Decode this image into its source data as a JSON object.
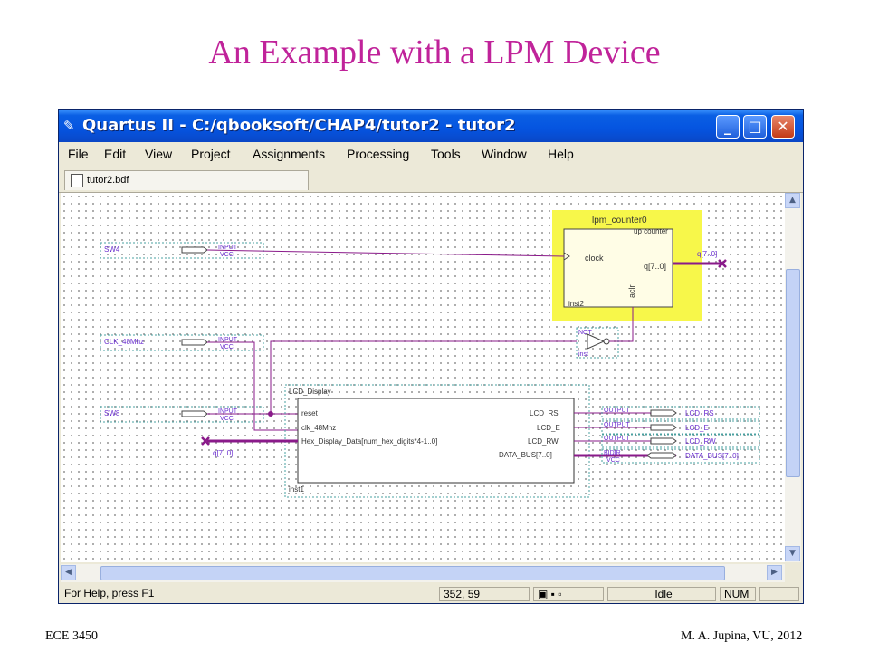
{
  "slide": {
    "title": "An Example with a LPM Device",
    "footer_left": "ECE 3450",
    "footer_right": "M. A. Jupina, VU, 2012"
  },
  "window": {
    "title": "Quartus II - C:/qbooksoft/CHAP4/tutor2 - tutor2",
    "buttons": {
      "minimize": "_",
      "maximize": "□",
      "close": "✕"
    }
  },
  "menu": [
    "File",
    "Edit",
    "View",
    "Project",
    "Assignments",
    "Processing",
    "Tools",
    "Window",
    "Help"
  ],
  "document_tab": {
    "label": "tutor2.bdf"
  },
  "schematic": {
    "pins": {
      "sw4": {
        "name": "SW4",
        "type": "INPUT",
        "default": "VCC"
      },
      "clk": {
        "name": "CLK_48Mhz",
        "type": "INPUT",
        "default": "VCC"
      },
      "sw8": {
        "name": "SW8",
        "type": "INPUT",
        "default": "VCC"
      },
      "lcd_rs": {
        "name": "LCD_RS",
        "type": "OUTPUT"
      },
      "lcd_e": {
        "name": "LCD_E",
        "type": "OUTPUT"
      },
      "lcd_rw": {
        "name": "LCD_RW",
        "type": "OUTPUT"
      },
      "data_bus": {
        "name": "DATA_BUS[7..0]",
        "type": "BIDIR",
        "default": "VCC"
      }
    },
    "counter": {
      "name": "lpm_counter0",
      "subtitle": "up counter",
      "port_clock": "clock",
      "port_q": "q[7..0]",
      "port_aclr": "aclr",
      "instance": "inst2",
      "out_label": "q[7..0]"
    },
    "not_gate": {
      "name": "NOT",
      "instance": "inst"
    },
    "lcd": {
      "name": "LCD_Display",
      "instance": "inst1",
      "in_reset": "reset",
      "in_clk": "clk_48Mhz",
      "in_hex": "Hex_Display_Data[num_hex_digits*4-1..0]",
      "out_rs": "LCD_RS",
      "out_e": "LCD_E",
      "out_rw": "LCD_RW",
      "out_bus": "DATA_BUS[7..0]",
      "hex_label": "q[7..0]"
    }
  },
  "statusbar": {
    "help": "For Help, press F1",
    "coords": "352, 59",
    "state": "Idle",
    "num": "NUM"
  },
  "colors": {
    "wire": "#8a1a8a",
    "highlight": "#f7f74a",
    "pin_text": "#6a2ecf",
    "title": "#c0239a"
  }
}
